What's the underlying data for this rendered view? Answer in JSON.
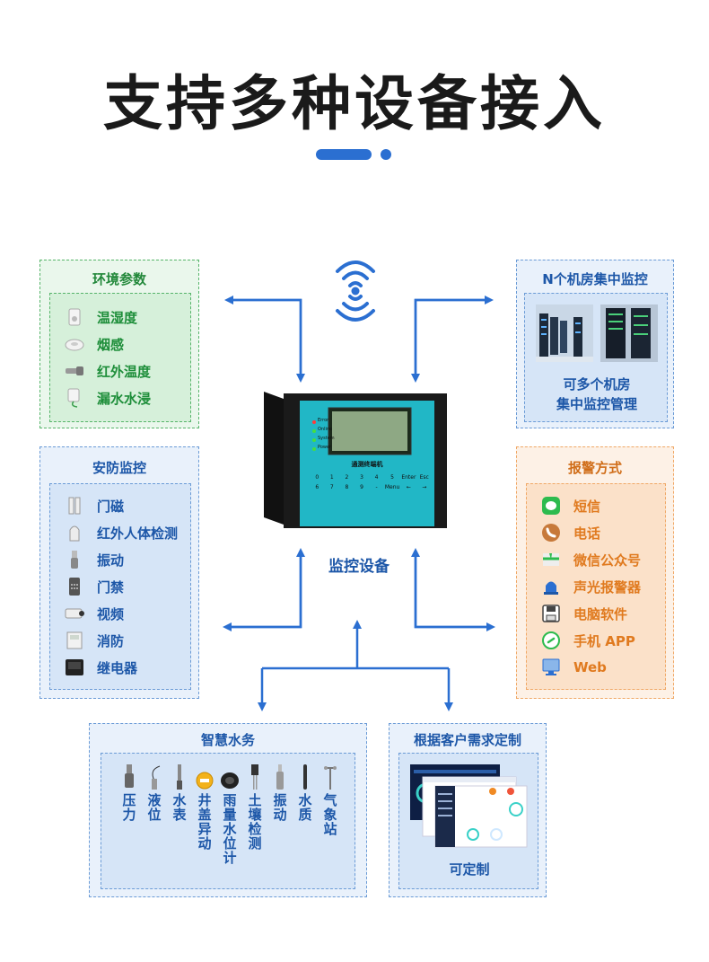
{
  "title": "支持多种设备接入",
  "colors": {
    "accent": "#2b6fd1",
    "green": "#1e8e3a",
    "blue": "#1d57a8",
    "orange": "#e07a1f"
  },
  "environment": {
    "header": "环境参数",
    "items": [
      {
        "label": "温湿度",
        "icon": "thermo-hygrometer-icon"
      },
      {
        "label": "烟感",
        "icon": "smoke-detector-icon"
      },
      {
        "label": "红外温度",
        "icon": "infrared-thermometer-icon"
      },
      {
        "label": "漏水水浸",
        "icon": "water-leak-sensor-icon"
      }
    ]
  },
  "datacenter": {
    "header": "N个机房集中监控",
    "caption_line1": "可多个机房",
    "caption_line2": "集中监控管理"
  },
  "security": {
    "header": "安防监控",
    "items": [
      {
        "label": "门磁",
        "icon": "door-magnet-icon"
      },
      {
        "label": "红外人体检测",
        "icon": "pir-sensor-icon"
      },
      {
        "label": "振动",
        "icon": "vibration-sensor-icon"
      },
      {
        "label": "门禁",
        "icon": "access-control-icon"
      },
      {
        "label": "视频",
        "icon": "camera-icon"
      },
      {
        "label": "消防",
        "icon": "fire-panel-icon"
      },
      {
        "label": "继电器",
        "icon": "relay-icon"
      }
    ]
  },
  "alarm": {
    "header": "报警方式",
    "items": [
      {
        "label": "短信",
        "icon": "sms-icon"
      },
      {
        "label": "电话",
        "icon": "phone-icon"
      },
      {
        "label": "微信公众号",
        "icon": "wechat-icon"
      },
      {
        "label": "声光报警器",
        "icon": "siren-icon"
      },
      {
        "label": "电脑软件",
        "icon": "save-disk-icon"
      },
      {
        "label": "手机 APP",
        "icon": "link-app-icon"
      },
      {
        "label": "Web",
        "icon": "monitor-icon"
      }
    ]
  },
  "device": {
    "label": "监控设备",
    "panel_name": "通测终端机",
    "leds": [
      "Error",
      "Online",
      "System",
      "Power"
    ],
    "keys": [
      "0",
      "1",
      "2",
      "3",
      "4",
      "5",
      "Enter",
      "Esc",
      "6",
      "7",
      "8",
      "9",
      "-",
      "Menu",
      "←",
      "→"
    ]
  },
  "water": {
    "header": "智慧水务",
    "items": [
      {
        "label": "压力",
        "icon": "pressure-sensor-icon"
      },
      {
        "label": "液位",
        "icon": "level-probe-icon"
      },
      {
        "label": "水表",
        "icon": "water-meter-icon"
      },
      {
        "label": "井盖异动",
        "icon": "manhole-sensor-icon"
      },
      {
        "label": "雨量水位计",
        "icon": "rain-gauge-icon"
      },
      {
        "label": "土壤检测",
        "icon": "soil-sensor-icon"
      },
      {
        "label": "振动",
        "icon": "vibration-probe-icon"
      },
      {
        "label": "水质",
        "icon": "water-quality-icon"
      },
      {
        "label": "气象站",
        "icon": "weather-station-icon"
      }
    ]
  },
  "custom": {
    "header": "根据客户需求定制",
    "caption": "可定制"
  }
}
